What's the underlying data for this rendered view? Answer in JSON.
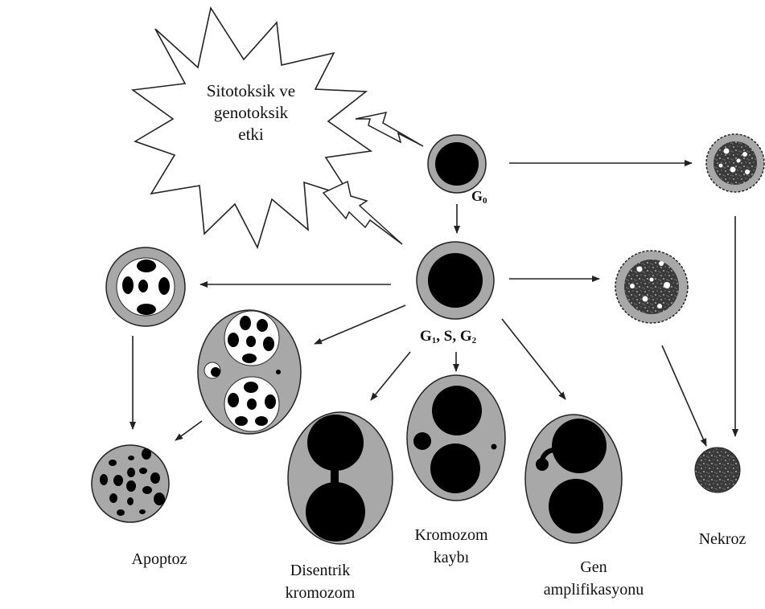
{
  "agent": {
    "line1": "Sitotoksik ve",
    "line2": "genotoksik",
    "line3": "etki"
  },
  "phases": {
    "g0": {
      "letter": "G",
      "sub": "0"
    },
    "g1sg2": {
      "g1": "G",
      "g1_sub": "1",
      "sep1": ", S, ",
      "g2": "G",
      "g2_sub": "2"
    }
  },
  "outcomes": {
    "apoptoz": "Apoptoz",
    "disentrik_line1": "Disentrik",
    "disentrik_line2": "kromozom",
    "kayip_line1": "Kromozom",
    "kayip_line2": "kaybı",
    "gen_line1": "Gen",
    "gen_line2": "amplifikasyonu",
    "nekroz": "Nekroz"
  },
  "colors": {
    "cytoplasm": "#a8a8a8",
    "nucleus": "#000000",
    "outline": "#222222",
    "necrotic_core": "#555555"
  }
}
